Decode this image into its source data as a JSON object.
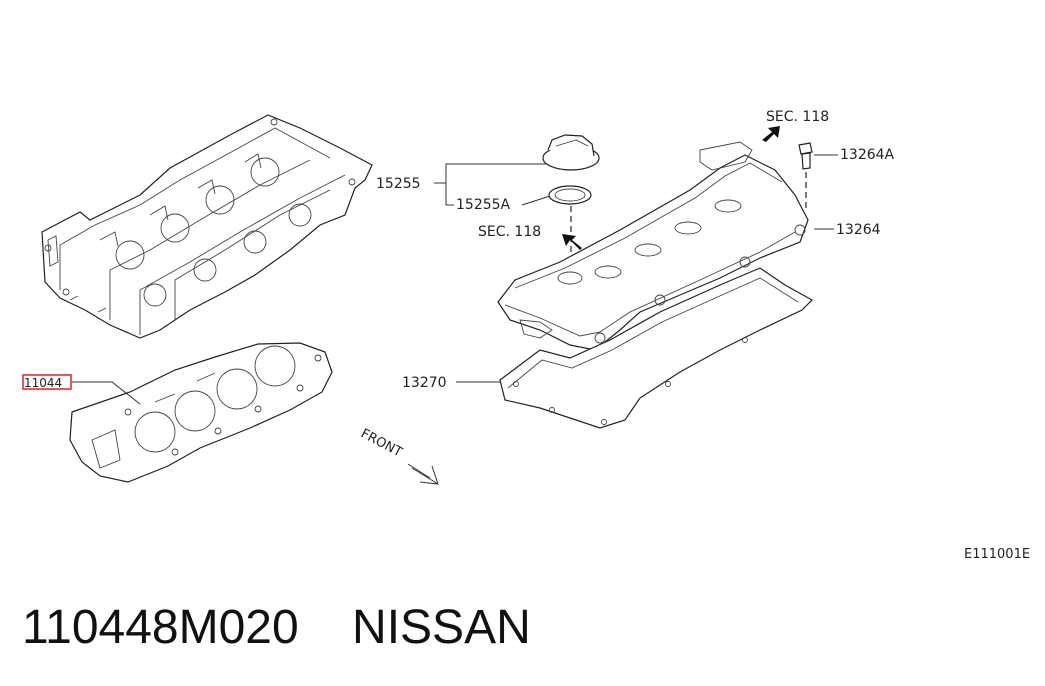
{
  "callouts": {
    "gasket": "11044",
    "oil_cap": "15255",
    "oil_cap_seal": "15255A",
    "sec_left": "SEC. 118",
    "sec_right": "SEC. 118",
    "bolt_a": "13264A",
    "bolt": "13264",
    "cover_gasket": "13270"
  },
  "front_label": "FRONT",
  "diagram_code": "E111001E",
  "footer": {
    "part_number": "110448M020",
    "brand": "NISSAN"
  },
  "colors": {
    "highlight": "#e02020",
    "ink": "#222222"
  }
}
